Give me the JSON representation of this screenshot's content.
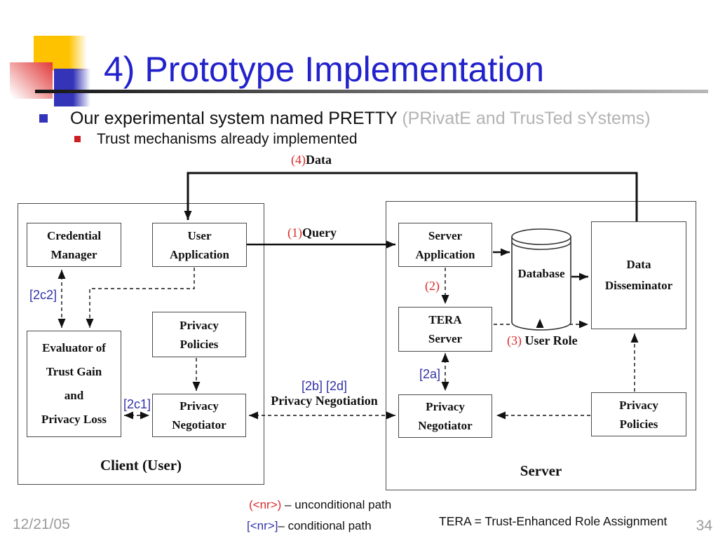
{
  "slide": {
    "title": "4) Prototype Implementation",
    "bullet1_text": "Our experimental system named PRETTY ",
    "bullet1_suffix": "(PRivatE and TrusTed sYstems)",
    "bullet2_text": "Trust mechanisms already implemented",
    "footer_date": "12/21/05",
    "page_number": "34"
  },
  "diagram": {
    "client_caption": "Client (User)",
    "server_caption": "Server",
    "boxes": {
      "credential_manager": "Credential\nManager",
      "user_application": "User\nApplication",
      "privacy_policies_client": "Privacy\nPolicies",
      "evaluator": "Evaluator of\nTrust Gain\nand\nPrivacy Loss",
      "privacy_negotiator_client": "Privacy\nNegotiator",
      "server_application": "Server\nApplication",
      "tera_server": "TERA\nServer",
      "privacy_negotiator_server": "Privacy\nNegotiator",
      "database": "Database",
      "data_disseminator": "Data\nDisseminator",
      "privacy_policies_server": "Privacy\nPolicies"
    },
    "flow_labels": {
      "f1_num": "(1)",
      "f1_text": "Query",
      "f2_num": "(2)",
      "f3_num": "(3)",
      "f3_text": "User Role",
      "f4_num": "(4)",
      "f4_text": "Data",
      "c2a": "[2a]",
      "c2b2d": "[2b] [2d]",
      "c2b2d_text": "Privacy Negotiation",
      "c2c1": "[2c1]",
      "c2c2": "[2c2]"
    }
  },
  "legend": {
    "unconditional_sym": "(<nr>)",
    "unconditional_text": " – unconditional path",
    "conditional_sym": "[<nr>]",
    "conditional_text": "– conditional path",
    "tera_note": "TERA = Trust-Enhanced Role Assignment"
  },
  "colors": {
    "title_blue": "#2222cc",
    "label_blue": "#3232aa",
    "flow_red": "#d92b2b",
    "muted_gray": "#b3b3b3"
  }
}
